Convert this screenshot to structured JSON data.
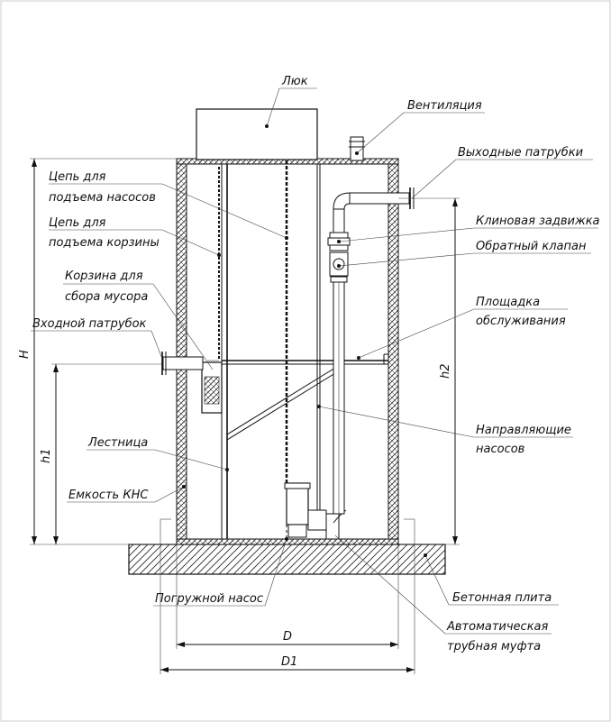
{
  "diagram": {
    "labels": {
      "luk": "Люк",
      "ventilation": "Вентиляция",
      "outlet_pipes": "Выходные патрубки",
      "chain_pumps_1": "Цепь для",
      "chain_pumps_2": "подъема насосов",
      "chain_basket_1": "Цепь для",
      "chain_basket_2": "подъема корзины",
      "basket_1": "Корзина для",
      "basket_2": "сбора мусора",
      "inlet_pipe": "Входной патрубок",
      "gate_valve": "Клиновая задвижка",
      "check_valve": "Обратный клапан",
      "platform_1": "Площадка",
      "platform_2": "обслуживания",
      "guides_1": "Направляющие",
      "guides_2": "насосов",
      "ladder": "Лестница",
      "tank": "Емкость КНС",
      "submersible_pump": "Погружной насос",
      "concrete_slab": "Бетонная плита",
      "coupling_1": "Автоматическая",
      "coupling_2": "трубная муфта"
    },
    "dimensions": {
      "H": "H",
      "h1": "h1",
      "h2": "h2",
      "D": "D",
      "D1": "D1"
    }
  }
}
